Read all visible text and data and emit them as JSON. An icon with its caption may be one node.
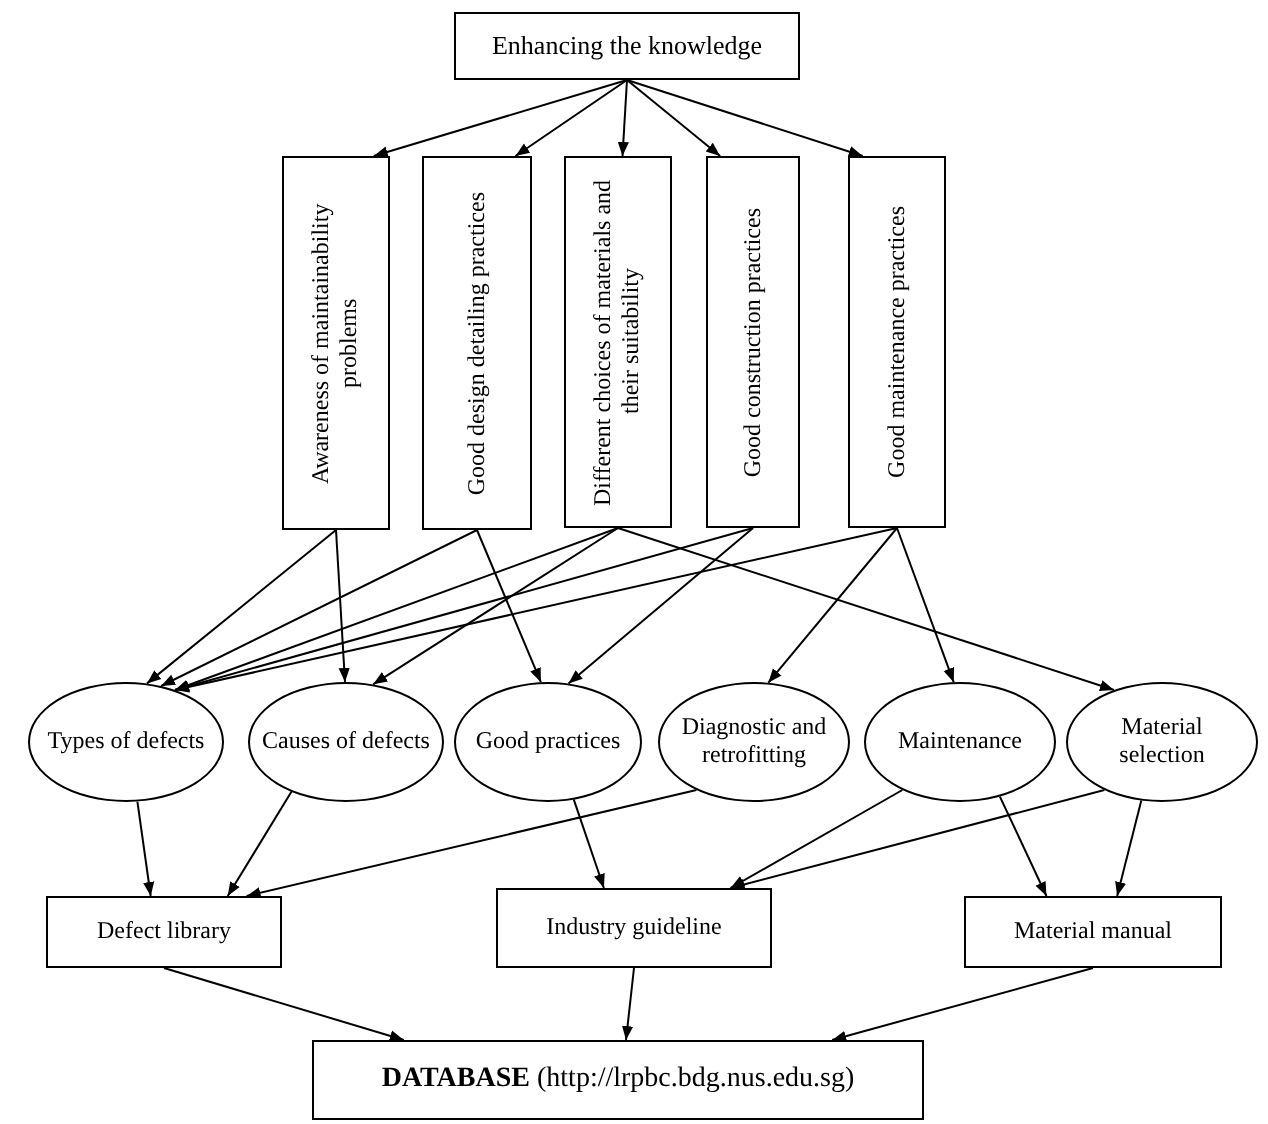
{
  "diagram": {
    "nodes": [
      {
        "text": [
          "Enhancing the knowledge"
        ]
      },
      {
        "text": [
          "Awareness of maintainability problems"
        ]
      },
      {
        "text": [
          "Good design detailing practices"
        ]
      },
      {
        "text": [
          "Different choices of materials and their suitability"
        ]
      },
      {
        "text": [
          "Good construction practices"
        ]
      },
      {
        "text": [
          "Good maintenance practices"
        ]
      },
      {
        "text": [
          "Types of defects"
        ]
      },
      {
        "text": [
          "Causes of defects"
        ]
      },
      {
        "text": [
          "Good practices"
        ]
      },
      {
        "text": [
          "Diagnostic and retrofitting"
        ]
      },
      {
        "text": [
          "Maintenance"
        ]
      },
      {
        "text": [
          "Material selection"
        ]
      },
      {
        "text": [
          "Defect library"
        ]
      },
      {
        "text": [
          "Industry guideline"
        ]
      },
      {
        "text": [
          "Material manual"
        ]
      },
      {
        "text": [
          "**DATABASE** (http://lrpbc.bdg.nus.edu.sg)"
        ]
      }
    ],
    "edges": [
      {
        "from": 0,
        "to": 1,
        "arrow": "to"
      },
      {
        "from": 0,
        "to": 2,
        "arrow": "to"
      },
      {
        "from": 0,
        "to": 3,
        "arrow": "to"
      },
      {
        "from": 0,
        "to": 4,
        "arrow": "to"
      },
      {
        "from": 0,
        "to": 5,
        "arrow": "to"
      },
      {
        "from": 1,
        "to": 6,
        "arrow": "to"
      },
      {
        "from": 1,
        "to": 7,
        "arrow": "to"
      },
      {
        "from": 2,
        "to": 6,
        "arrow": "to"
      },
      {
        "from": 2,
        "to": 8,
        "arrow": "to"
      },
      {
        "from": 3,
        "to": 6,
        "arrow": "to"
      },
      {
        "from": 3,
        "to": 7,
        "arrow": "to"
      },
      {
        "from": 3,
        "to": 11,
        "arrow": "to"
      },
      {
        "from": 4,
        "to": 6,
        "arrow": "to"
      },
      {
        "from": 4,
        "to": 8,
        "arrow": "to"
      },
      {
        "from": 5,
        "to": 6,
        "arrow": "to"
      },
      {
        "from": 5,
        "to": 9,
        "arrow": "to"
      },
      {
        "from": 5,
        "to": 10,
        "arrow": "to"
      },
      {
        "from": 6,
        "to": 12,
        "arrow": "to"
      },
      {
        "from": 7,
        "to": 12,
        "arrow": "to"
      },
      {
        "from": 9,
        "to": 12,
        "arrow": "to"
      },
      {
        "from": 8,
        "to": 13,
        "arrow": "to"
      },
      {
        "from": 10,
        "to": 13,
        "arrow": "to"
      },
      {
        "from": 11,
        "to": 13,
        "arrow": "to"
      },
      {
        "from": 10,
        "to": 14,
        "arrow": "to"
      },
      {
        "from": 11,
        "to": 14,
        "arrow": "to"
      },
      {
        "from": 12,
        "to": 15,
        "arrow": "to"
      },
      {
        "from": 13,
        "to": 15,
        "arrow": "to"
      },
      {
        "from": 14,
        "to": 15,
        "arrow": "to"
      }
    ]
  }
}
